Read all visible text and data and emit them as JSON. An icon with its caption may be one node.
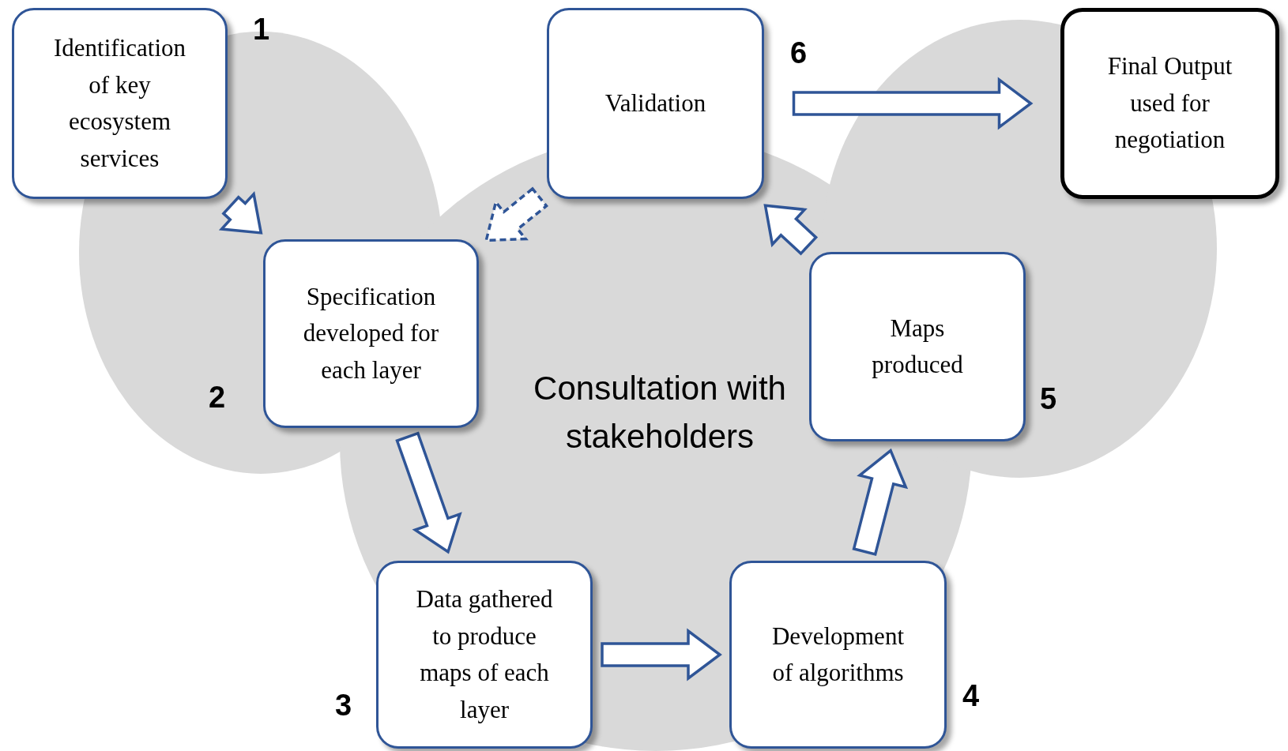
{
  "diagram": {
    "nodes": [
      {
        "text": [
          "Identification of key ecosystem services"
        ]
      },
      {
        "text": [
          "Specification developed for each layer"
        ]
      },
      {
        "text": [
          "Data gathered to produce maps of each layer"
        ]
      },
      {
        "text": [
          "Development of algorithms"
        ]
      },
      {
        "text": [
          "Maps produced"
        ]
      },
      {
        "text": [
          "Validation"
        ]
      },
      {
        "text": [
          "Final Output used for negotiation"
        ]
      }
    ],
    "edges": [
      {
        "from": 0,
        "to": 1,
        "arrow": "to"
      },
      {
        "from": 1,
        "to": 2,
        "arrow": "to"
      },
      {
        "from": 2,
        "to": 3,
        "arrow": "to"
      },
      {
        "from": 3,
        "to": 4,
        "arrow": "to"
      },
      {
        "from": 4,
        "to": 5,
        "arrow": "to"
      },
      {
        "from": 5,
        "to": 1,
        "arrow": "to",
        "style": "dashed"
      },
      {
        "from": 5,
        "to": 6,
        "arrow": "to"
      }
    ],
    "labels": [
      "1",
      "6",
      "Consultation with stakeholders",
      "2",
      "5",
      "3",
      "4"
    ]
  }
}
